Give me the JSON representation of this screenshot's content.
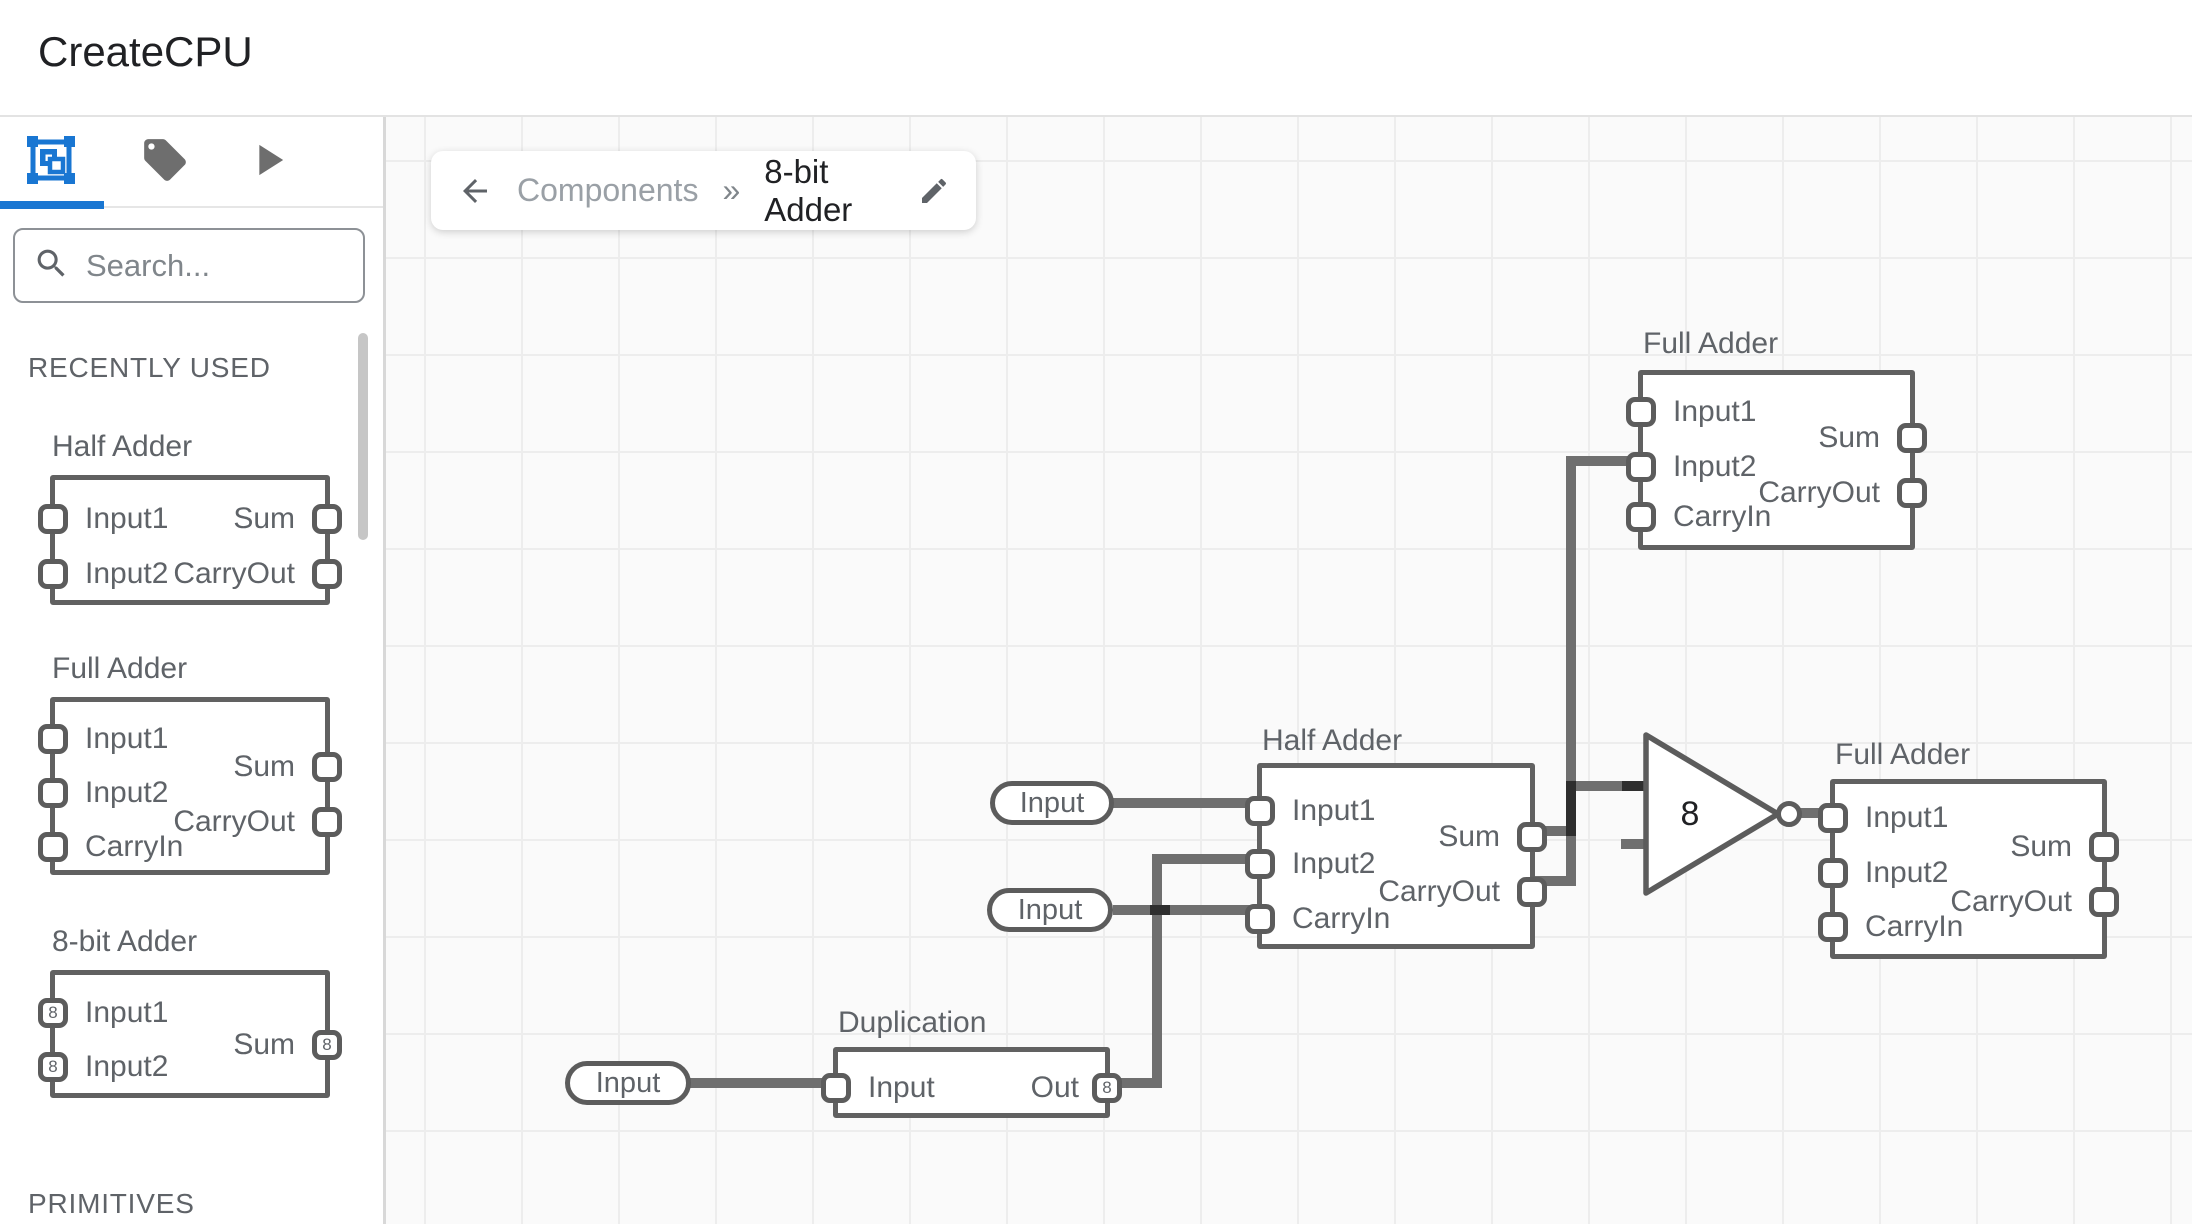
{
  "header": {
    "title": "CreateCPU"
  },
  "colors": {
    "accent": "#1976d2",
    "wire": "#6f6f6f",
    "wire_dark": "#2e2e2e",
    "label": "#5f6368"
  },
  "sidebar": {
    "search_placeholder": "Search...",
    "sections": {
      "recent": "RECENTLY USED",
      "primitives": "PRIMITIVES"
    },
    "items": [
      {
        "title": "Half Adder",
        "ports": {
          "in1": "Input1",
          "in2": "Input2",
          "sum": "Sum",
          "cout": "CarryOut"
        }
      },
      {
        "title": "Full Adder",
        "ports": {
          "in1": "Input1",
          "in2": "Input2",
          "cin": "CarryIn",
          "sum": "Sum",
          "cout": "CarryOut"
        }
      },
      {
        "title": "8-bit Adder",
        "bit": "8",
        "ports": {
          "in1": "Input1",
          "in2": "Input2",
          "sum": "Sum"
        }
      }
    ]
  },
  "breadcrumb": {
    "parent": "Components",
    "separator": "»",
    "current": "8-bit Adder"
  },
  "canvas": {
    "full_adder_top": {
      "title": "Full Adder",
      "in1": "Input1",
      "in2": "Input2",
      "cin": "CarryIn",
      "sum": "Sum",
      "cout": "CarryOut"
    },
    "half_adder": {
      "title": "Half Adder",
      "in1": "Input1",
      "in2": "Input2",
      "cin": "CarryIn",
      "sum": "Sum",
      "cout": "CarryOut"
    },
    "full_adder_right": {
      "title": "Full Adder",
      "in1": "Input1",
      "in2": "Input2",
      "cin": "CarryIn",
      "sum": "Sum",
      "cout": "CarryOut"
    },
    "duplication": {
      "title": "Duplication",
      "in": "Input",
      "out": "Out",
      "bit": "8"
    },
    "gate": {
      "label": "8"
    },
    "pills": {
      "top": "Input",
      "mid": "Input",
      "dup": "Input"
    }
  }
}
